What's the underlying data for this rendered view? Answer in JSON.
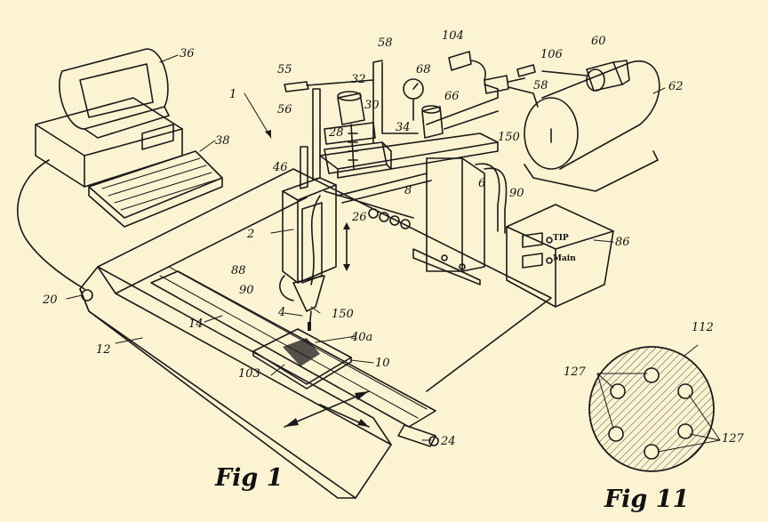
{
  "figure_captions": {
    "fig1": "Fig 1",
    "fig11": "Fig 11"
  },
  "reference_numerals": {
    "r1": "1",
    "r2": "2",
    "r4": "4",
    "r6": "6",
    "r8": "8",
    "r10": "10",
    "r12": "12",
    "r14": "14",
    "r20": "20",
    "r24": "24",
    "r26": "26",
    "r28": "28",
    "r30": "30",
    "r32": "32",
    "r34": "34",
    "r36": "36",
    "r38": "38",
    "r40a": "40a",
    "r46": "46",
    "r55": "55",
    "r56": "56",
    "r58a": "58",
    "r58b": "58",
    "r60": "60",
    "r62": "62",
    "r66": "66",
    "r68": "68",
    "r86": "86",
    "r88": "88",
    "r90a": "90",
    "r90b": "90",
    "r103": "103",
    "r104": "104",
    "r106": "106",
    "r112": "112",
    "r127a": "127",
    "r127b": "127",
    "r150a": "150",
    "r150b": "150"
  },
  "control_box": {
    "tip_label": "TIP",
    "main_label": "Main"
  }
}
